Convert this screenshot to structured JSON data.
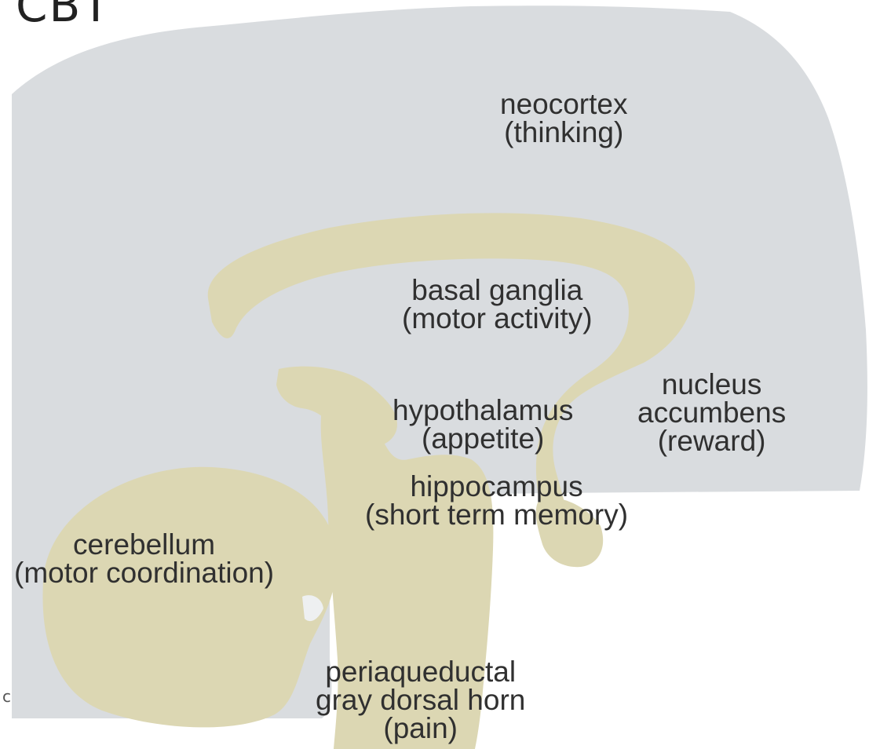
{
  "slide": {
    "title": "CBT",
    "stray_char": "c"
  },
  "colors": {
    "brain": "#d9dcdf",
    "structures": "#dcd7b3",
    "background": "#ffffff",
    "text": "#303030"
  },
  "labels": {
    "neocortex": {
      "name": "neocortex",
      "function": "(thinking)"
    },
    "basal_ganglia": {
      "name": "basal ganglia",
      "function": "(motor activity)"
    },
    "hypothalamus": {
      "name": "hypothalamus",
      "function": "(appetite)"
    },
    "nucleus_accumbens": {
      "line1": "nucleus",
      "line2": "accumbens",
      "function": "(reward)"
    },
    "hippocampus": {
      "name": "hippocampus",
      "function": "(short term memory)"
    },
    "cerebellum": {
      "name": "cerebellum",
      "function": "(motor coordination)"
    },
    "periaqueductal": {
      "line1": "periaqueductal",
      "line2": "gray dorsal horn",
      "function": "(pain)"
    }
  }
}
